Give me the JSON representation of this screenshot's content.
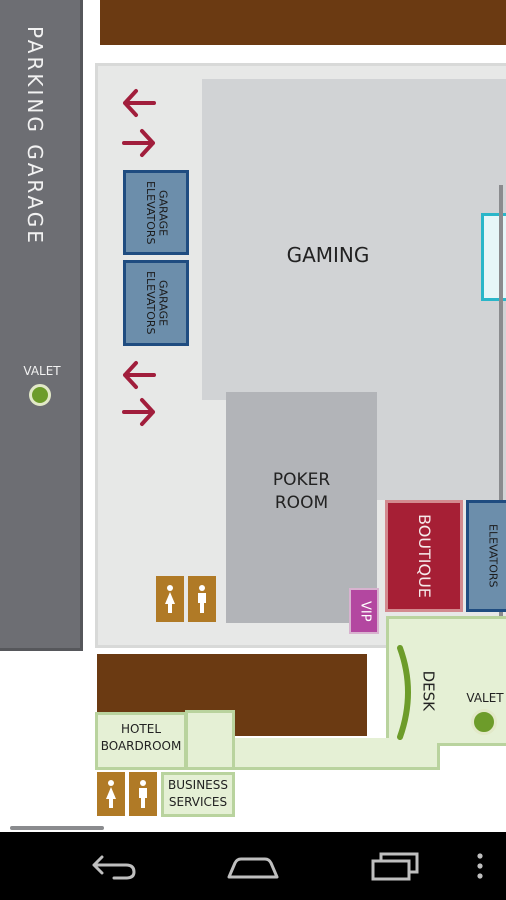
{
  "map": {
    "parking_garage": {
      "label": "PARKING GARAGE"
    },
    "valet_left": {
      "label": "VALET"
    },
    "garage_elevator_1": {
      "label": "GARAGE ELEVATORS"
    },
    "garage_elevator_2": {
      "label": "GARAGE ELEVATORS"
    },
    "gaming": {
      "label": "GAMING"
    },
    "poker_room": {
      "line1": "POKER",
      "line2": "ROOM"
    },
    "boutique": {
      "label": "BOUTIQUE"
    },
    "elevators_right": {
      "label": "ELEVATORS"
    },
    "vip": {
      "label": "VIP"
    },
    "desk": {
      "label": "DESK"
    },
    "valet_right": {
      "label": "VALET"
    },
    "hotel_boardroom": {
      "line1": "HOTEL",
      "line2": "BOARDROOM"
    },
    "business_services": {
      "line1": "BUSINESS",
      "line2": "SERVICES"
    }
  },
  "icons": {
    "restroom_women_icon": "restroom-women-icon",
    "restroom_men_icon": "restroom-men-icon",
    "arrow_left": "arrow-left-icon",
    "arrow_right": "arrow-right-icon",
    "valet_marker": "valet-marker-icon",
    "back": "back-icon",
    "home": "home-icon",
    "recents": "recents-icon",
    "overflow": "overflow-menu-icon"
  },
  "colors": {
    "garage": "#6d6e73",
    "building_floor": "#e7e8e7",
    "gaming": "#d1d3d5",
    "poker": "#b2b4b8",
    "brown": "#6b3a12",
    "elevator_fill": "#6c8eab",
    "elevator_border": "#1f4c80",
    "boutique": "#a61f35",
    "vip": "#b347a0",
    "lobby": "#e5f0d5",
    "lobby_border": "#b9d39e",
    "valet_green": "#6d9c2a",
    "restroom": "#b07a26",
    "arrow": "#a11e3c",
    "cyan": "#2ab6c9"
  }
}
